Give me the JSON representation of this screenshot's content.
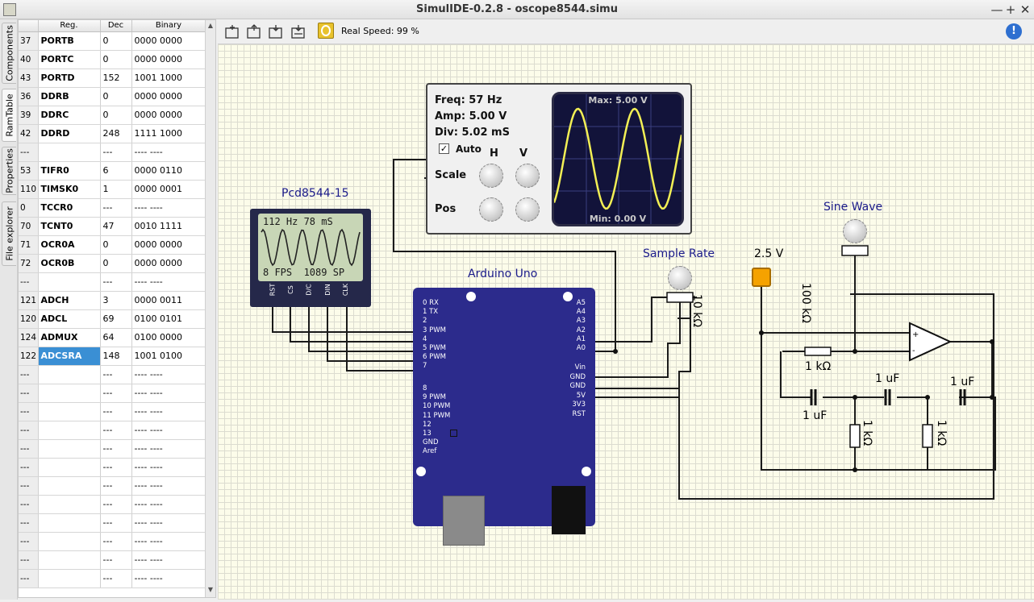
{
  "window": {
    "title": "SimulIDE-0.2.8  -  oscope8544.simu",
    "minimize": "—",
    "maximize": "+",
    "close": "✕"
  },
  "side_tabs": [
    "Components",
    "RamTable",
    "Properties",
    "File explorer"
  ],
  "ram_table": {
    "headers": [
      "Reg.",
      "Dec",
      "Binary"
    ],
    "rows": [
      [
        "37",
        "PORTB",
        "0",
        "0000 0000"
      ],
      [
        "40",
        "PORTC",
        "0",
        "0000 0000"
      ],
      [
        "43",
        "PORTD",
        "152",
        "1001 1000"
      ],
      [
        "36",
        "DDRB",
        "0",
        "0000 0000"
      ],
      [
        "39",
        "DDRC",
        "0",
        "0000 0000"
      ],
      [
        "42",
        "DDRD",
        "248",
        "1111 1000"
      ],
      [
        "---",
        "",
        "---",
        "---- ----"
      ],
      [
        "53",
        "TIFR0",
        "6",
        "0000 0110"
      ],
      [
        "110",
        "TIMSK0",
        "1",
        "0000 0001"
      ],
      [
        "0",
        "TCCR0",
        "---",
        "---- ----"
      ],
      [
        "70",
        "TCNT0",
        "47",
        "0010 1111"
      ],
      [
        "71",
        "OCR0A",
        "0",
        "0000 0000"
      ],
      [
        "72",
        "OCR0B",
        "0",
        "0000 0000"
      ],
      [
        "---",
        "",
        "---",
        "---- ----"
      ],
      [
        "121",
        "ADCH",
        "3",
        "0000 0011"
      ],
      [
        "120",
        "ADCL",
        "69",
        "0100 0101"
      ],
      [
        "124",
        "ADMUX",
        "64",
        "0100 0000"
      ],
      [
        "122",
        "ADCSRA",
        "148",
        "1001 0100"
      ],
      [
        "---",
        "",
        "---",
        "---- ----"
      ],
      [
        "---",
        "",
        "---",
        "---- ----"
      ],
      [
        "---",
        "",
        "---",
        "---- ----"
      ],
      [
        "---",
        "",
        "---",
        "---- ----"
      ],
      [
        "---",
        "",
        "---",
        "---- ----"
      ],
      [
        "---",
        "",
        "---",
        "---- ----"
      ],
      [
        "---",
        "",
        "---",
        "---- ----"
      ],
      [
        "---",
        "",
        "---",
        "---- ----"
      ],
      [
        "---",
        "",
        "---",
        "---- ----"
      ],
      [
        "---",
        "",
        "---",
        "---- ----"
      ],
      [
        "---",
        "",
        "---",
        "---- ----"
      ],
      [
        "---",
        "",
        "---",
        "---- ----"
      ]
    ],
    "selected_row": 17
  },
  "toolbar": {
    "speed_label": "Real Speed: 99 %",
    "info": "!"
  },
  "circuit": {
    "oscope": {
      "freq": "Freq: 57 Hz",
      "amp": "Amp: 5.00 V",
      "div": "Div:  5.02 mS",
      "auto": "Auto",
      "auto_check": "✓",
      "h": "H",
      "v": "V",
      "scale": "Scale",
      "pos": "Pos",
      "max": "Max: 5.00 V",
      "min": "Min: 0.00 V"
    },
    "lcd": {
      "label": "Pcd8544-15",
      "line1": "112 Hz 78 mS",
      "line2": "8 FPS  1089 SP",
      "pins": [
        "RST",
        "CS",
        "D/C",
        "DIN",
        "CLK"
      ]
    },
    "arduino": {
      "label": "Arduino Uno",
      "left_pins": [
        "0  RX",
        "1  TX",
        "2",
        "3  PWM",
        "4",
        "5  PWM",
        "6  PWM",
        "7",
        "8",
        "9  PWM",
        "10 PWM",
        "11 PWM",
        "12",
        "13",
        "GND",
        "Aref"
      ],
      "right_pins": [
        "A5",
        "A4",
        "A3",
        "A2",
        "A1",
        "A0",
        "Vin",
        "GND",
        "GND",
        "5V",
        "3V3",
        "RST"
      ]
    },
    "labels": {
      "sample_rate": "Sample Rate",
      "r10k": "10 kΩ",
      "v25": "2.5 V",
      "sine_wave": "Sine Wave",
      "r100k": "100 kΩ",
      "r1k_a": "1 kΩ",
      "c1u_a": "1 uF",
      "c1u_b": "1 uF",
      "c1u_c": "1 uF",
      "r1k_b": "1 kΩ",
      "r1k_c": "1 kΩ"
    }
  }
}
